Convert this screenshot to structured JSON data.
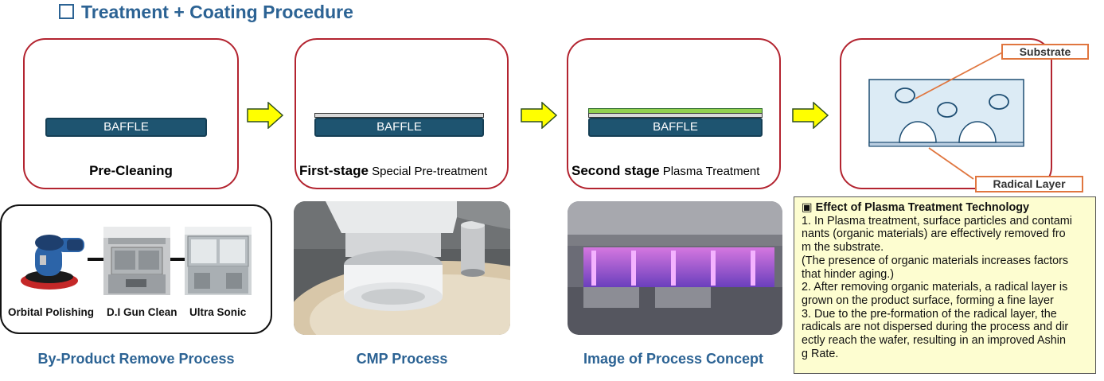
{
  "title": "Treatment + Coating Procedure",
  "baffle_label": "BAFFLE",
  "steps": [
    {
      "name": "Pre-Cleaning",
      "sub": ""
    },
    {
      "name": "First-stage",
      "sub": "Special Pre-treatment"
    },
    {
      "name": "Second stage",
      "sub": "Plasma Treatment"
    }
  ],
  "diagram": {
    "substrate_label": "Substrate",
    "radical_label": "Radical Layer"
  },
  "tools": [
    "Orbital Polishing",
    "D.I Gun Clean",
    "Ultra Sonic"
  ],
  "captions": [
    "By-Product Remove Process",
    "CMP Process",
    "Image of Process Concept"
  ],
  "effect": {
    "heading": "Effect of Plasma Treatment Technology",
    "lines": [
      "1. In Plasma treatment, surface particles and contami",
      "nants (organic materials) are effectively removed fro",
      "m the substrate.",
      "(The presence of organic materials increases factors",
      "that hinder aging.)",
      "2. After removing organic materials, a radical layer  is",
      "grown on the product surface, forming a fine layer",
      "3. Due to the pre-formation of the radical layer, the",
      "radicals are not dispersed during the process and dir",
      "ectly reach the wafer, resulting in an improved Ashin",
      "g Rate."
    ]
  },
  "colors": {
    "title": "#2c6394",
    "card_border": "#b32430",
    "baffle": "#1e5470",
    "arrow": "#ffff00",
    "tag_border": "#e0763f",
    "note_bg": "#fdfdd0"
  }
}
